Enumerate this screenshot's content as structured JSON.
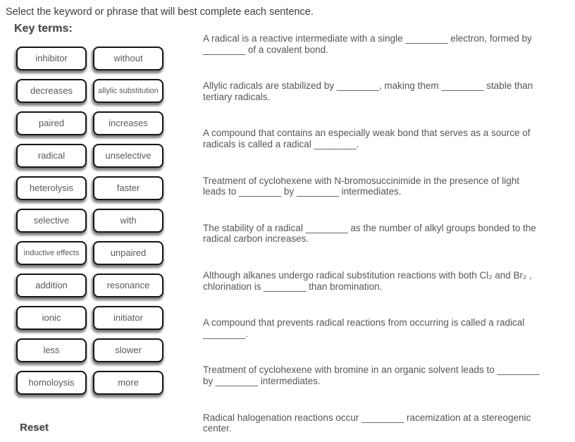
{
  "page": {
    "title": "Select the keyword or phrase that will best complete each sentence.",
    "key_terms_label": "Key terms:",
    "reset_label": "Reset"
  },
  "colors": {
    "button_border": "#161616",
    "button_text": "#5a5a5a",
    "sentence_text": "#565656",
    "background": "#ffffff"
  },
  "key_terms": [
    {
      "label": "inhibitor"
    },
    {
      "label": "without"
    },
    {
      "label": "decreases"
    },
    {
      "label": "allylic substitution"
    },
    {
      "label": "paired"
    },
    {
      "label": "increases"
    },
    {
      "label": "radical"
    },
    {
      "label": "unselective"
    },
    {
      "label": "heterolysis"
    },
    {
      "label": "faster"
    },
    {
      "label": "selective"
    },
    {
      "label": "with"
    },
    {
      "label": "inductive effects"
    },
    {
      "label": "unpaired"
    },
    {
      "label": "addition"
    },
    {
      "label": "resonance"
    },
    {
      "label": "ionic"
    },
    {
      "label": "initiator"
    },
    {
      "label": "less"
    },
    {
      "label": "slower"
    },
    {
      "label": "homoloysis"
    },
    {
      "label": "more"
    }
  ],
  "sentences": [
    {
      "text": "A radical is a reactive intermediate with a single ________ electron, formed by ________ of a covalent bond."
    },
    {
      "text": "Allylic radicals are stabilized by ________, making them ________ stable than tertiary radicals."
    },
    {
      "text": "A compound that contains an especially weak bond that serves as a source of radicals is called a radical ________."
    },
    {
      "text": "Treatment of cyclohexene with N-bromosuccinimide in the presence of light leads to ________ by ________ intermediates."
    },
    {
      "text": "The stability of a radical ________ as the number of alkyl groups bonded to the radical carbon increases."
    },
    {
      "text": "Although alkanes undergo radical substitution reactions with both Cl₂ and Br₂ , chlorination is ________ than bromination."
    },
    {
      "text": "A compound that prevents radical reactions from occurring is called a radical ________."
    },
    {
      "text": "Treatment of cyclohexene with bromine in an organic solvent leads to ________ by ________ intermediates."
    },
    {
      "text": "Radical halogenation reactions occur ________ racemization at a stereogenic center."
    }
  ]
}
